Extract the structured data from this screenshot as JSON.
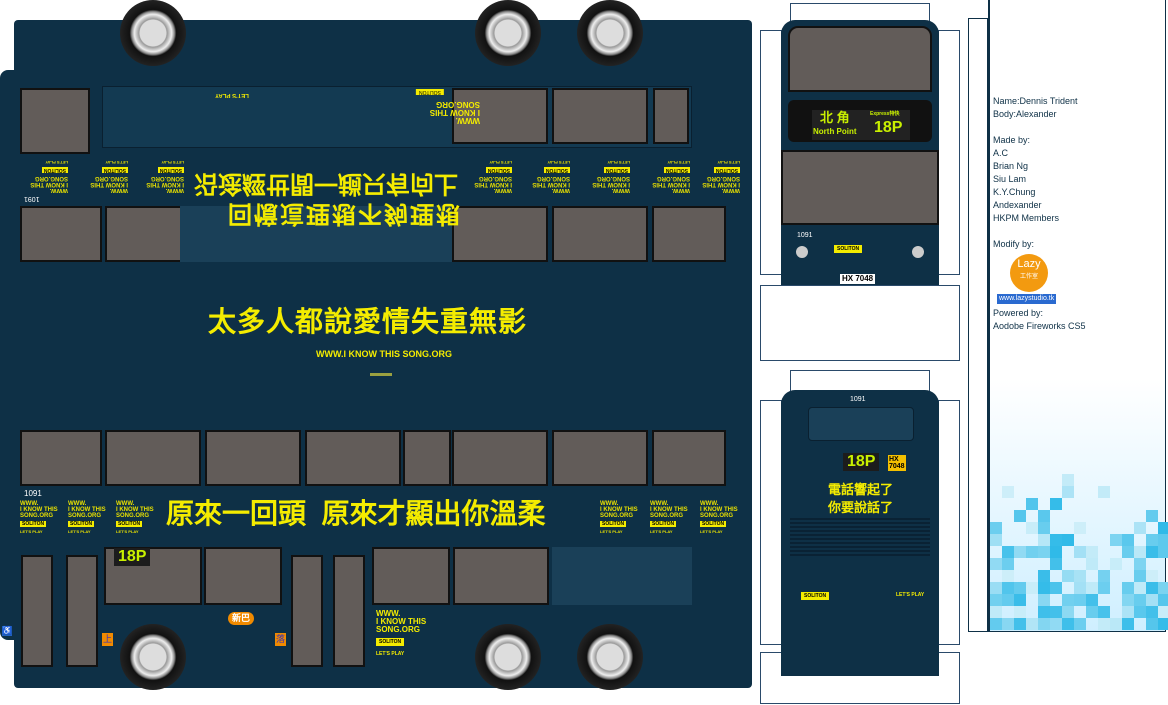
{
  "side": {
    "fleet_no": "1091",
    "flipped_line1": "沿途經世間一趟只有向上",
    "flipped_line2": "回憶這理想不夠理想",
    "roof_slogan": "太多人都說愛情失重無影",
    "roof_url": "WWW.I KNOW THIS SONG.ORG",
    "lower_slogan": "原來一回頭  原來才顯出你溫柔",
    "route_display": "18P",
    "ad_www": "WWW.",
    "ad_line2": "I KNOW THIS",
    "ad_line3": "SONG.ORG",
    "ad_brand": "SOLITON",
    "ad_tag": "LET'S PLAY",
    "board_label": "上",
    "alight_label": "落",
    "operator": "新巴"
  },
  "front": {
    "dest_cn": "北 角",
    "dest_en": "North Point",
    "express": "Express特快",
    "route": "18P",
    "fleet_no": "1091",
    "brand": "SOLITON",
    "plate": "HX 7048"
  },
  "rear": {
    "fleet_no": "1091",
    "route": "18P",
    "plate_top": "HX",
    "plate_bottom": "7048",
    "slogan1": "電話響起了",
    "slogan2": "你要說話了",
    "brand": "SOLITON",
    "tag": "LET'S PLAY"
  },
  "info": {
    "name": "Name:Dennis Trident",
    "body": "Body:Alexander",
    "made_by_label": "Made by:",
    "makers": [
      "A.C",
      "Brian Ng",
      "Siu Lam",
      "K.Y.Chung",
      "Andexander",
      "HKPM Members"
    ],
    "modify_label": "Modify by:",
    "logo_text": "Lazy",
    "logo_sub": "工作室",
    "url": "www.lazystudio.tk",
    "powered_label": "Powered by:",
    "powered_by": "Aodobe Fireworks CS5"
  },
  "colors": {
    "body": "#0e3046",
    "accent": "#f4ec00",
    "led": "#c9f000"
  }
}
